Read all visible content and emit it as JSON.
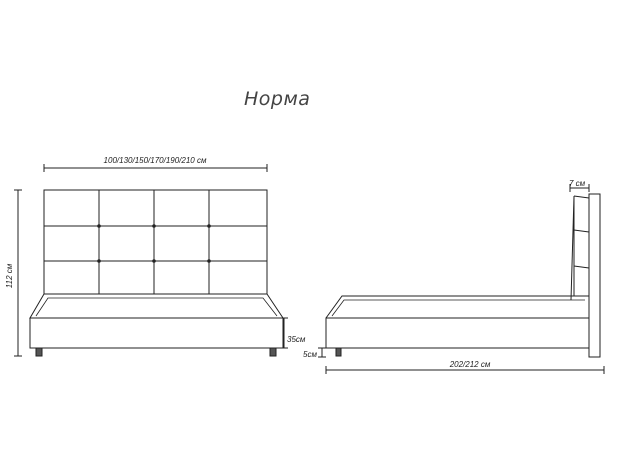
{
  "title": "Норма",
  "dims": {
    "width": "100/130/150/170/190/210 см",
    "height": "112 см",
    "base_height": "35см",
    "leg_height": "5см",
    "headboard_thickness": "7 см",
    "length": "202/212 см"
  }
}
